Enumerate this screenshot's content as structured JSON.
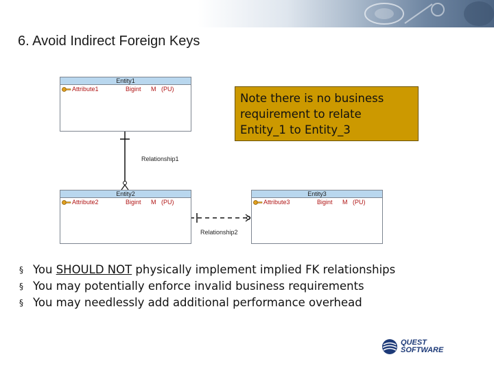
{
  "title": "6. Avoid Indirect Foreign Keys",
  "entities": [
    {
      "name": "Entity1",
      "attribute": "Attribute1",
      "type": "Bigint",
      "flags": "M",
      "keys": "(PU)"
    },
    {
      "name": "Entity2",
      "attribute": "Attribute2",
      "type": "Bigint",
      "flags": "M",
      "keys": "(PU)"
    },
    {
      "name": "Entity3",
      "attribute": "Attribute3",
      "type": "Bigint",
      "flags": "M",
      "keys": "(PU)"
    }
  ],
  "relationships": [
    {
      "label": "Relationship1"
    },
    {
      "label": "Relationship2"
    }
  ],
  "note": {
    "line1": "Note there is no business",
    "line2": "requirement to relate",
    "line3": "Entity_1 to Entity_3"
  },
  "bullets": {
    "marker": "§",
    "b1_pre": "You ",
    "b1_underlined": "SHOULD NOT",
    "b1_post": " physically implement implied FK relationships",
    "b2": "You may potentially enforce invalid business requirements",
    "b3": "You may needlessly add additional performance overhead"
  },
  "logo": {
    "line1": "QUEST",
    "line2": "SOFTWARE"
  },
  "colors": {
    "note_bg": "#cc9900",
    "entity_header": "#b9d7ee",
    "attribute_text": "#b01515",
    "logo_blue": "#1d3a78"
  }
}
